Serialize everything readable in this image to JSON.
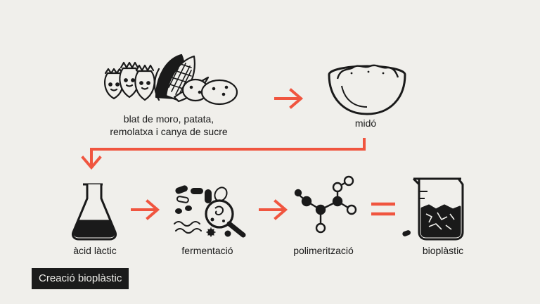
{
  "steps": {
    "crops": "blat de moro, patata,\nremolatxa i canya de sucre",
    "starch": "midó",
    "lactic_acid": "àcid làctic",
    "fermentation": "fermentació",
    "polymerization": "polimerització",
    "bioplastic": "bioplàstic"
  },
  "footer": {
    "caption": "Creació bioplàstic"
  },
  "colors": {
    "arrow": "#f0553f",
    "ink": "#1a1a1a",
    "background": "#f0efeb"
  },
  "icons": [
    "beetroot-icon",
    "corn-icon",
    "potato-icon",
    "bowl-icon",
    "flask-icon",
    "microbes-icon",
    "magnifier-icon",
    "molecule-icon",
    "beaker-icon"
  ]
}
